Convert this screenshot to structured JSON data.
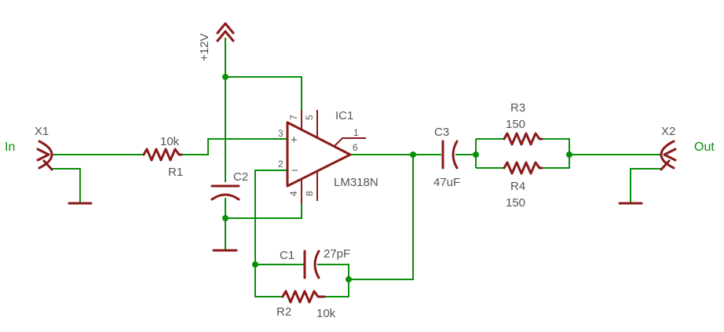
{
  "connectors": {
    "x1": {
      "name": "X1",
      "net": "In"
    },
    "x2": {
      "name": "X2",
      "net": "Out"
    }
  },
  "supply": {
    "label": "+12V"
  },
  "opamp": {
    "name": "IC1",
    "value": "LM318N",
    "pins": {
      "p1": "1",
      "p2": "2",
      "p3": "3",
      "p4": "4",
      "p5": "5",
      "p6": "6",
      "p7": "7",
      "p8": "8"
    },
    "plus": "+",
    "minus": "−"
  },
  "resistors": {
    "r1": {
      "name": "R1",
      "value": "10k"
    },
    "r2": {
      "name": "R2",
      "value": "10k"
    },
    "r3": {
      "name": "R3",
      "value": "150"
    },
    "r4": {
      "name": "R4",
      "value": "150"
    }
  },
  "capacitors": {
    "c1": {
      "name": "C1",
      "value": "27pF"
    },
    "c2": {
      "name": "C2",
      "value": ""
    },
    "c3": {
      "name": "C3",
      "value": "47uF"
    }
  },
  "colors": {
    "wire": "#0a8f0a",
    "part": "#8b1a1a",
    "label": "#555555"
  }
}
